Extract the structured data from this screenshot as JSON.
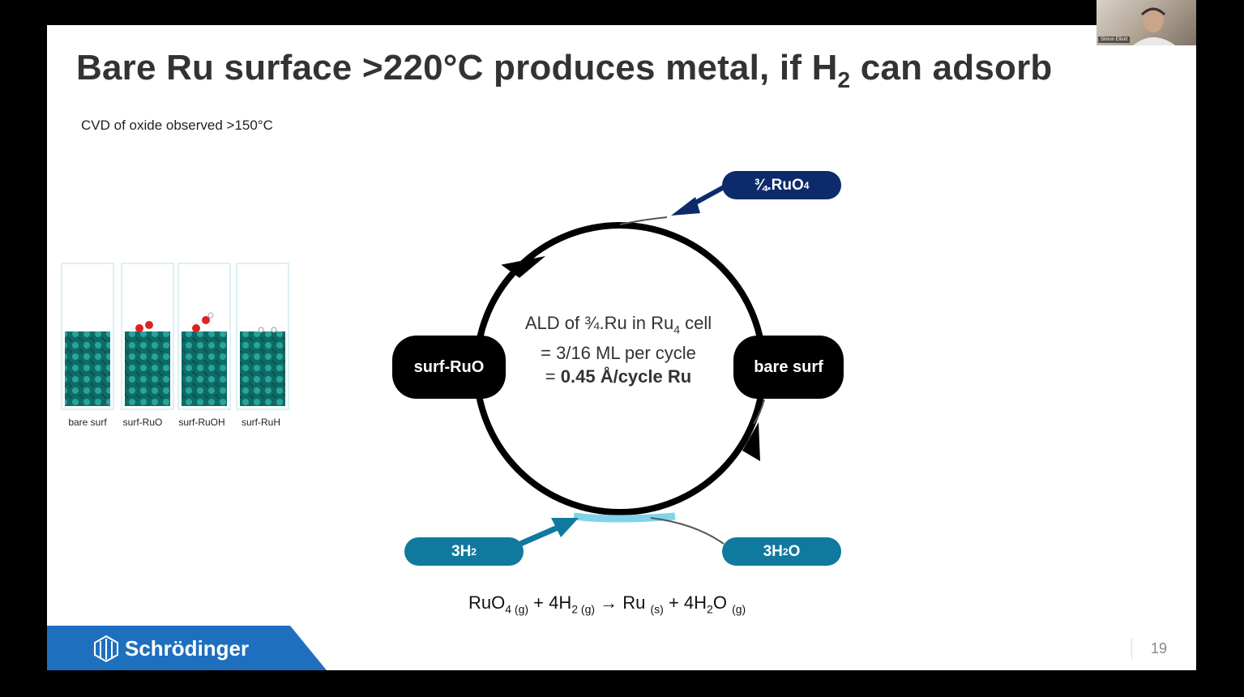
{
  "slide": {
    "title_main": "Bare Ru surface >220°C produces metal, if H",
    "title_sub": "2",
    "title_end": " can adsorb",
    "subtitle": "CVD of oxide observed >150°C",
    "molecule_labels": [
      "bare surf",
      "surf-RuO",
      "surf-RuOH",
      "surf-RuH"
    ],
    "nodes": {
      "left": "surf-RuO",
      "right": "bare surf"
    },
    "reagents": {
      "top_main": "¾.RuO",
      "top_sub": "4",
      "bottom_left_main": "3H",
      "bottom_left_sub": "2",
      "bottom_right_a": "3H",
      "bottom_right_sub": "2",
      "bottom_right_b": "O"
    },
    "center": {
      "line1_a": "ALD of ¾.Ru in Ru",
      "line1_sub": "4",
      "line1_b": " cell",
      "line2": "= 3/16 ML per cycle",
      "line3_a": "= ",
      "line3_b": "0.45 Å/cycle Ru"
    },
    "equation": {
      "p1": "RuO",
      "s1": "4 (g)",
      "p2": " + 4H",
      "s2": "2 (g)",
      "p3": " → Ru ",
      "s3": "(s)",
      "p4": " + 4H",
      "s4": "2",
      "p5": "O ",
      "s5": "(g)"
    },
    "logo": "Schrödinger",
    "page_number": "19"
  },
  "webcam": {
    "name": "Simon Elliott"
  },
  "colors": {
    "navy": "#0d2a6b",
    "teal": "#10799e",
    "light_teal": "#7fd4ea",
    "brand_blue": "#1f6fbf"
  }
}
